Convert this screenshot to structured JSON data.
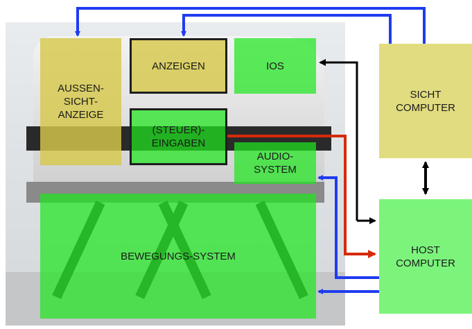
{
  "boxes": {
    "aussensicht": "AUSSEN-\nSICHT-\nANZEIGE",
    "anzeigen": "ANZEIGEN",
    "ios": "IOS",
    "steuer": "(STEUER)-\nEINGABEN",
    "audio": "AUDIO-\nSYSTEM",
    "bewegung": "BEWEGUNGS-SYSTEM",
    "sicht_computer": "SICHT\nCOMPUTER",
    "host_computer": "HOST\nCOMPUTER"
  },
  "colors": {
    "blue_arrow": "#1f3cf0",
    "black_arrow": "#000000",
    "red_arrow": "#d52a0c",
    "yellow_box": "#e1dc80",
    "green_box": "#7cf47c"
  }
}
